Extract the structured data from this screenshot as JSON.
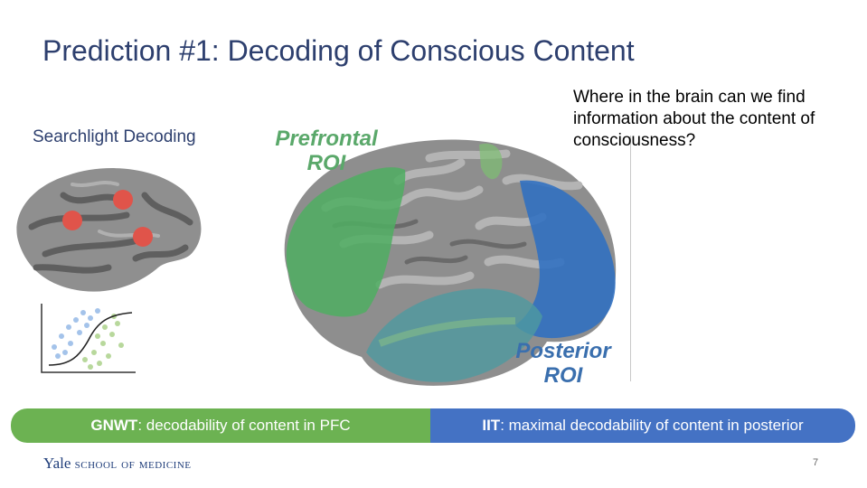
{
  "slide": {
    "title": "Prediction #1: Decoding of Conscious Content",
    "searchlight_label": "Searchlight Decoding",
    "question": "Where in the brain can we find information about the content of consciousness?",
    "roi_prefrontal": [
      "Prefrontal",
      "ROI"
    ],
    "roi_posterior": [
      "Posterior",
      "ROI"
    ],
    "gnwt_bold": "GNWT",
    "gnwt_text": ": decodability of content in PFC",
    "iit_bold": "IIT",
    "iit_text": ": maximal decodability of content in posterior",
    "footer_name": "Yale",
    "footer_rest": "school of medicine",
    "page_number": "7"
  },
  "colors": {
    "title": "#2d3f6e",
    "prefrontal": "#5aa86a",
    "posterior": "#3a6fae",
    "gnwt_bar": "#6cb252",
    "iit_bar": "#4472c4"
  }
}
